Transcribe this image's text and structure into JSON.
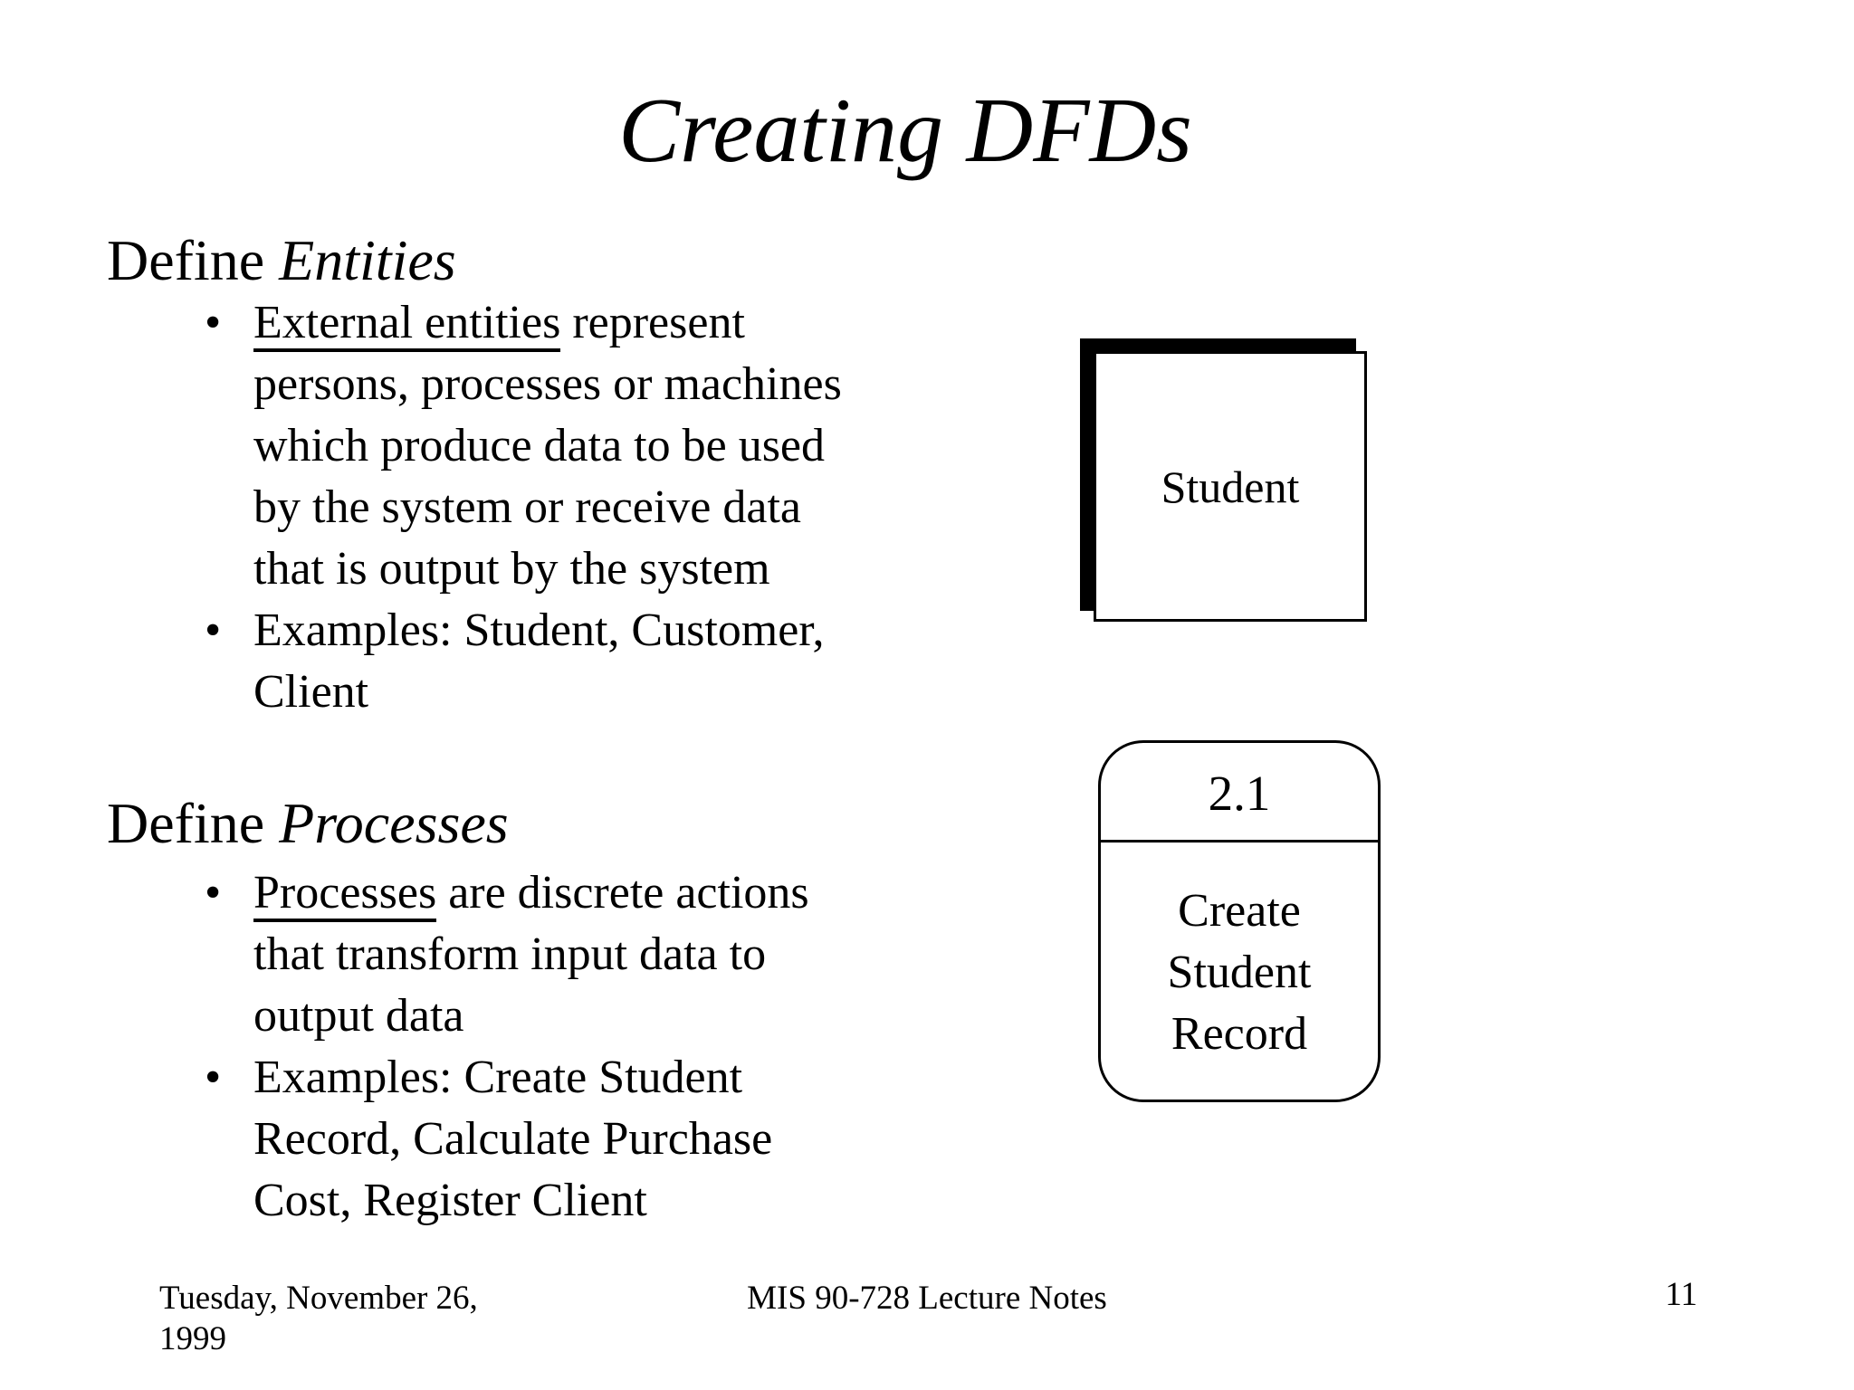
{
  "slide": {
    "title": "Creating DFDs"
  },
  "entities_section": {
    "heading": {
      "prefix": "Define ",
      "emphasis": "Entities"
    },
    "bullets": [
      {
        "lines": [
          {
            "u": "External entities",
            "t": " represent"
          },
          {
            "t": "persons, processes or machines"
          },
          {
            "t": "which produce data to be used"
          },
          {
            "t": "by the system or receive data"
          },
          {
            "t": "that is output by the system"
          }
        ]
      },
      {
        "lines": [
          {
            "t": "Examples: Student, Customer,"
          },
          {
            "t": "Client"
          }
        ]
      }
    ]
  },
  "processes_section": {
    "heading": {
      "prefix": "Define ",
      "emphasis": "Processes"
    },
    "bullets": [
      {
        "lines": [
          {
            "u": "Processes",
            "t": " are discrete actions"
          },
          {
            "t": "that transform input data to"
          },
          {
            "t": "output data"
          }
        ]
      },
      {
        "lines": [
          {
            "t": "Examples: Create Student"
          },
          {
            "t": "Record, Calculate Purchase"
          },
          {
            "t": "Cost, Register Client"
          }
        ]
      }
    ]
  },
  "diagram": {
    "entity_box": {
      "label": "Student"
    },
    "process_box": {
      "number": "2.1",
      "label_lines": [
        "Create",
        "Student",
        "Record"
      ]
    }
  },
  "footer": {
    "date_lines": [
      "Tuesday, November 26,",
      "1999"
    ],
    "center": "MIS 90-728 Lecture Notes",
    "page_number": "11"
  }
}
